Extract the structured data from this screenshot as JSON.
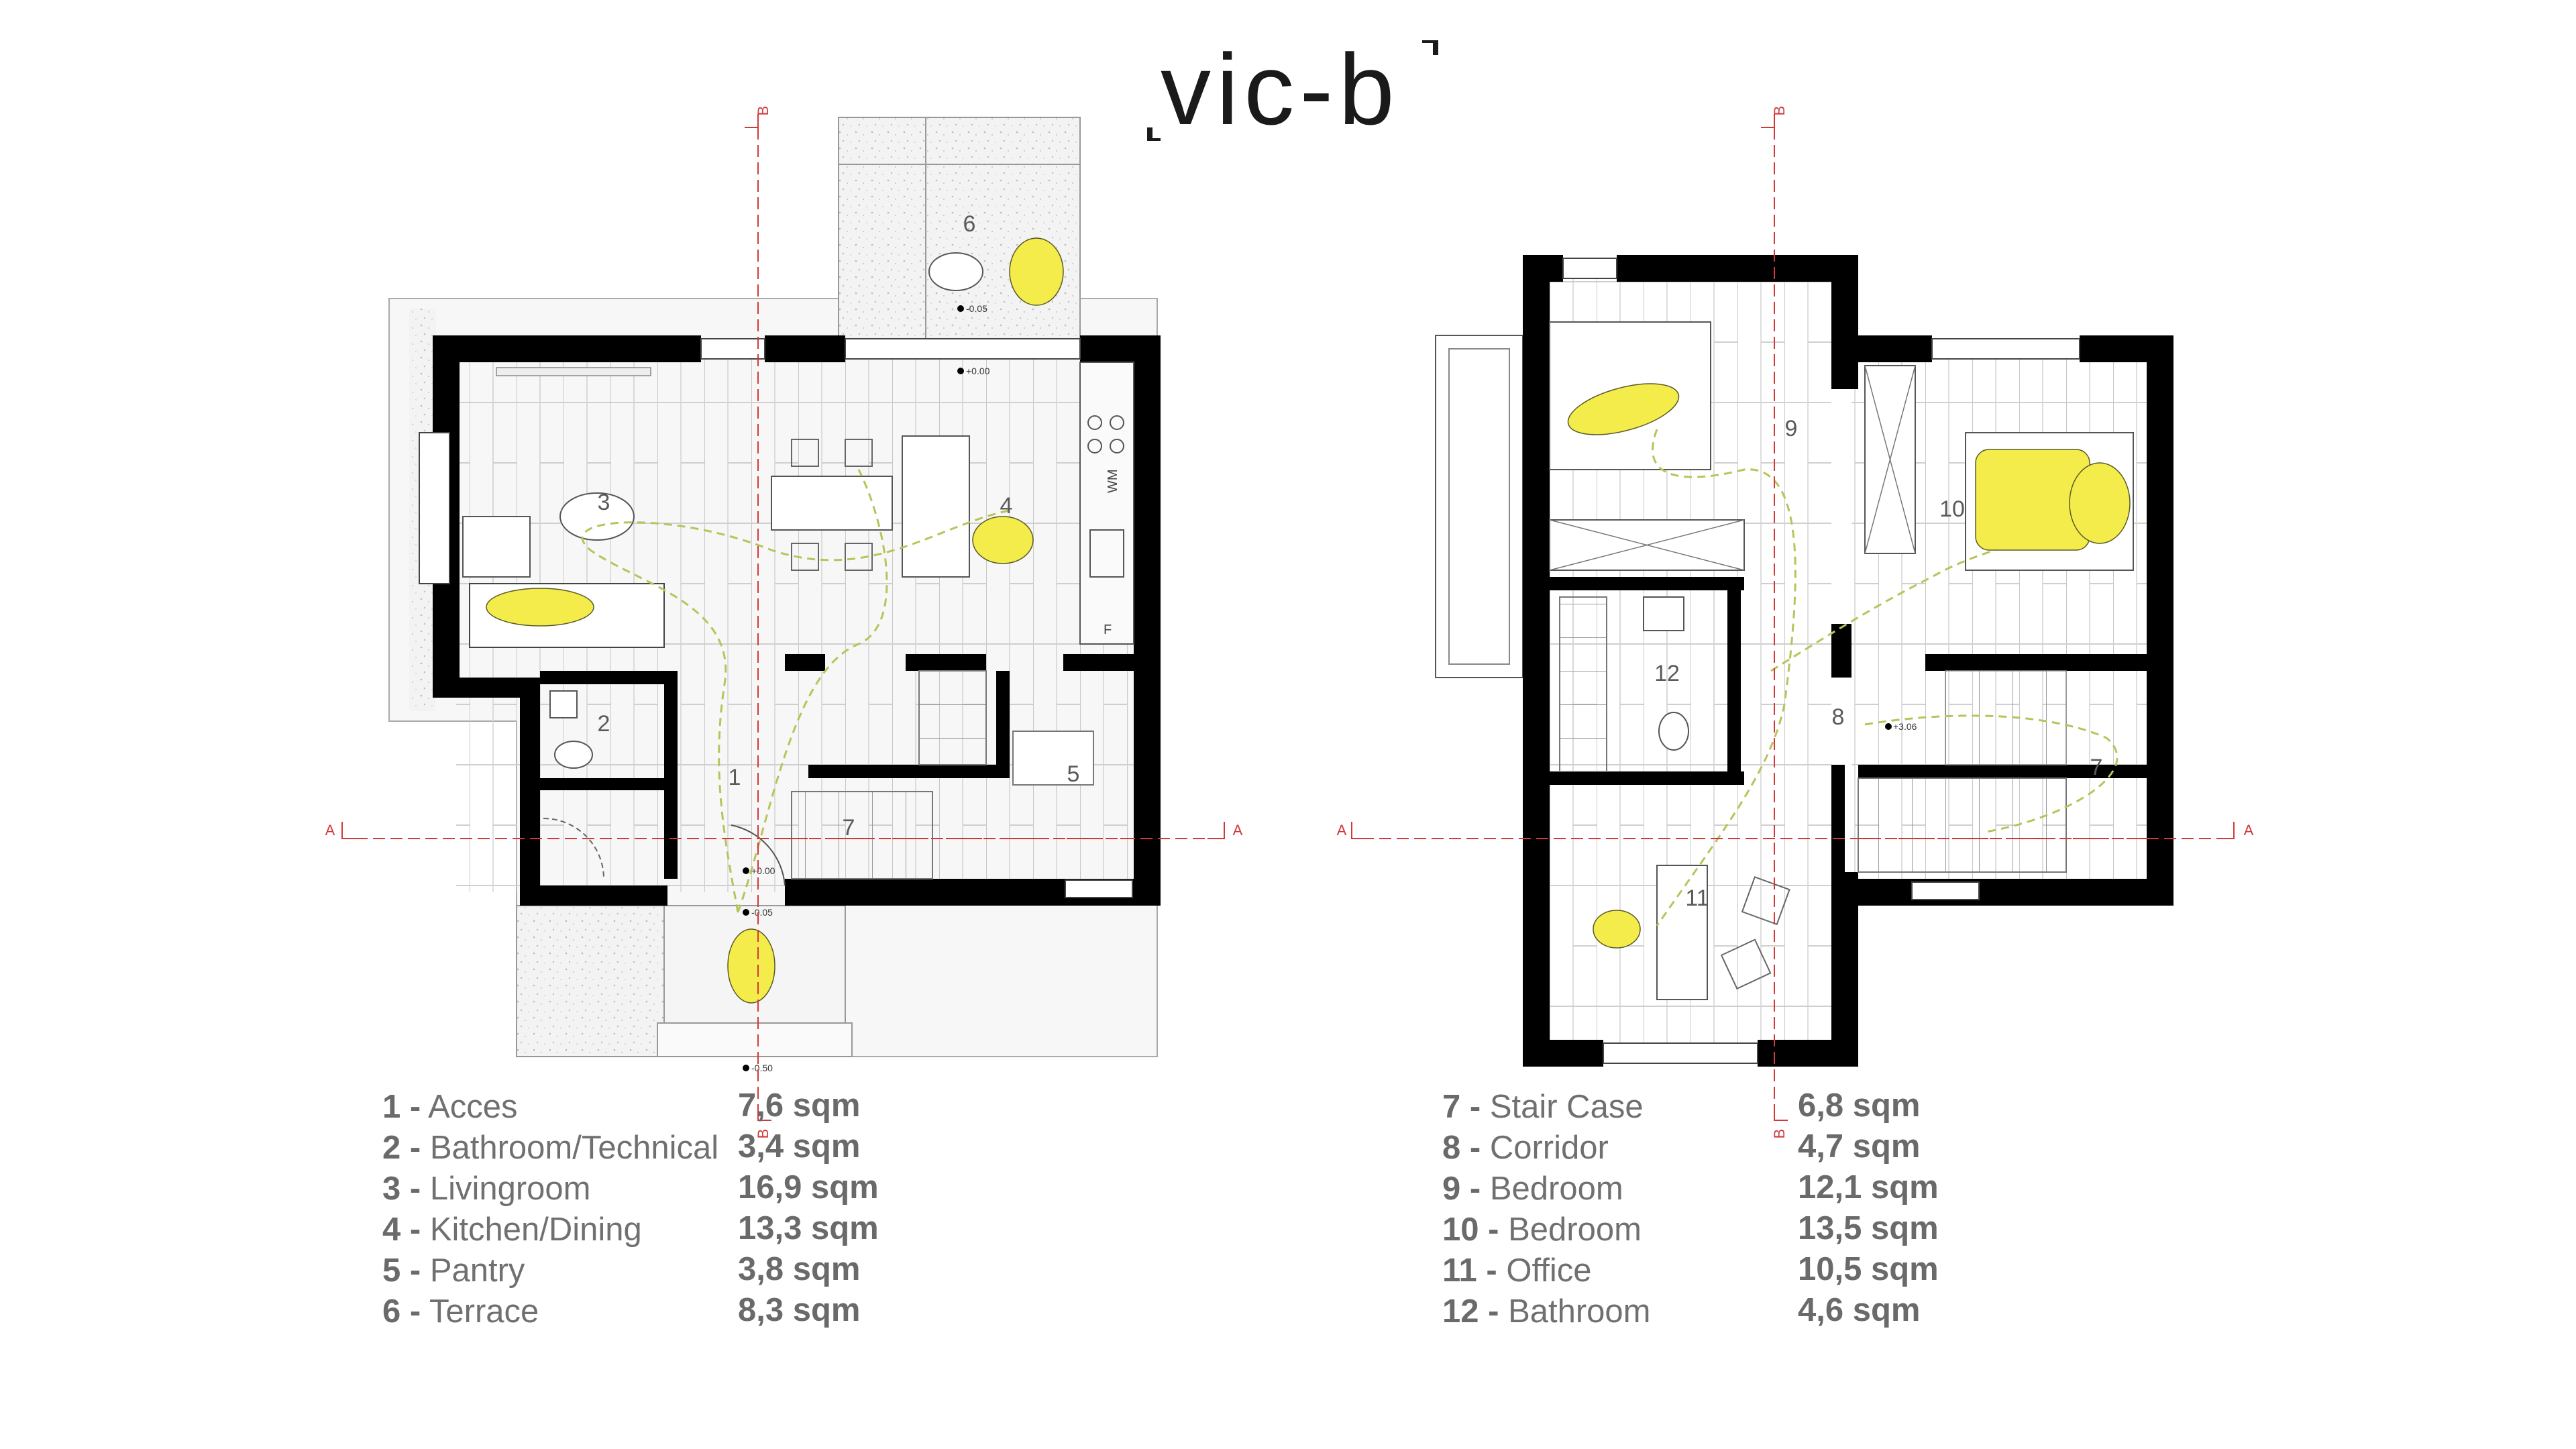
{
  "brand": {
    "logo_text": "vic-b"
  },
  "section_markers": {
    "a": "A",
    "b": "B"
  },
  "ground_floor": {
    "room_labels": [
      "1",
      "2",
      "3",
      "4",
      "5",
      "6",
      "7"
    ],
    "fixture_labels": {
      "washing_machine": "WM",
      "fridge": "F"
    },
    "levels": [
      "-0.05",
      "+0.00",
      "+0.00",
      "-0.05",
      "-0.50"
    ],
    "legend": [
      {
        "num": "1 -",
        "name": "Acces",
        "area": "7,6 sqm"
      },
      {
        "num": "2 -",
        "name": "Bathroom/Technical",
        "area": "3,4 sqm"
      },
      {
        "num": "3 -",
        "name": "Livingroom",
        "area": "16,9 sqm"
      },
      {
        "num": "4 -",
        "name": "Kitchen/Dining",
        "area": "13,3 sqm"
      },
      {
        "num": "5 -",
        "name": "Pantry",
        "area": "3,8 sqm"
      },
      {
        "num": "6 -",
        "name": "Terrace",
        "area": "8,3 sqm"
      }
    ]
  },
  "upper_floor": {
    "room_labels": [
      "7",
      "8",
      "9",
      "10",
      "11",
      "12"
    ],
    "levels": [
      "+3.06"
    ],
    "legend": [
      {
        "num": "7 -",
        "name": "Stair Case",
        "area": "6,8 sqm"
      },
      {
        "num": "8 -",
        "name": "Corridor",
        "area": "4,7 sqm"
      },
      {
        "num": "9 -",
        "name": "Bedroom",
        "area": "12,1 sqm"
      },
      {
        "num": "10 -",
        "name": "Bedroom",
        "area": "13,5 sqm"
      },
      {
        "num": "11 -",
        "name": "Office",
        "area": "10,5 sqm"
      },
      {
        "num": "12 -",
        "name": "Bathroom",
        "area": "4,6 sqm"
      }
    ]
  },
  "colors": {
    "wall": "#000000",
    "figure": "#f3ec4a",
    "section_line": "#d23a3a",
    "floor_line": "#b5b5b5",
    "text": "#6a6a6a"
  }
}
